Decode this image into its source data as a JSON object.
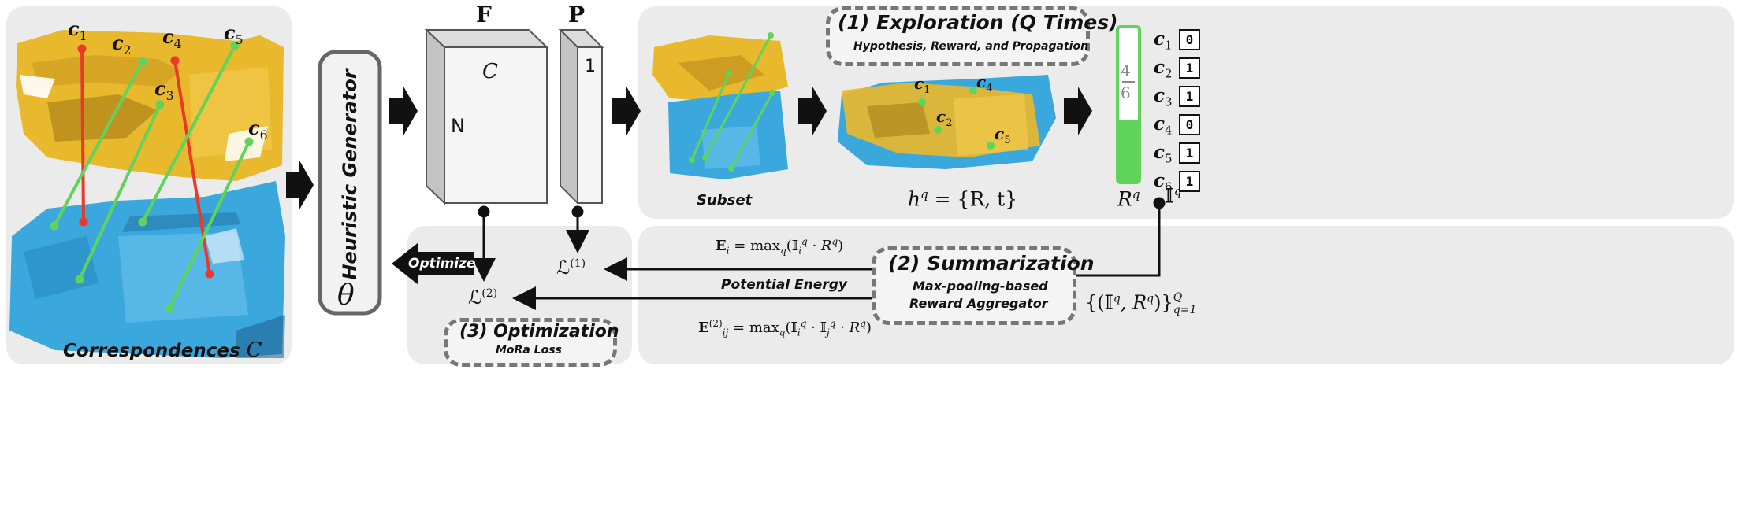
{
  "panel_left": {
    "correspondences_label": "Correspondences",
    "correspondences_symbol": "C",
    "points": [
      "c",
      "c",
      "c",
      "c",
      "c",
      "c"
    ],
    "indices": [
      "1",
      "2",
      "3",
      "4",
      "5",
      "6"
    ]
  },
  "generator": {
    "title": "Heuristic Generator",
    "param": "θ"
  },
  "matrices": {
    "F_label": "F",
    "P_label": "P",
    "F_cols": "C",
    "F_rows": "N",
    "P_cols": "1"
  },
  "exploration": {
    "title": "(1) Exploration (Q Times)",
    "subtitle": "Hypothesis, Reward, and Propagation",
    "subset_label": "Subset",
    "hypothesis": "h",
    "hypothesis_sup": "q",
    "hypothesis_eq": " = {R, t}",
    "reward_fraction_num": "4",
    "reward_fraction_den": "6",
    "reward_label": "R",
    "reward_sup": "q",
    "indicator_label": "𝕀",
    "indicator_sup": "q",
    "indicator_values": [
      "0",
      "1",
      "1",
      "0",
      "1",
      "1"
    ],
    "colors": {
      "green": "#5fd35a",
      "red": "#e83a2a",
      "yellow": "#e8b92d",
      "blue": "#3aa7dd"
    }
  },
  "summarization": {
    "title": "(2) Summarization",
    "line1": "Max-pooling-based",
    "line2": "Reward Aggregator",
    "set_expr": "{(𝕀",
    "set_expr_mid": ", R",
    "set_expr_end": ")}",
    "set_sup_q": "q",
    "set_sup_Q": "Q",
    "set_sub": "q=1",
    "potential_energy": "Potential Energy",
    "Ei_lhs": "E",
    "Ei_sub": "i",
    "Ei_rhs": " = max",
    "Ei_max_sub": "q",
    "Ei_arg": "(𝕀",
    "Ei_arg_sub": "i",
    "Ei_arg_sup": "q",
    "Ei_arg_end": " · R",
    "Ei_arg_end_sup": "q",
    "Ei_close": ")",
    "Eij_lhs": "E",
    "Eij_sub": "ij",
    "Eij_sup": "(2)",
    "Eij_arg": "(𝕀",
    "Eij_arg_sub1": "i",
    "Eij_mid": " · 𝕀",
    "Eij_arg_sub2": "j",
    "Eij_end": " · R",
    "Eij_close": ")"
  },
  "optimization": {
    "title": "(3) Optimization",
    "subtitle": "MoRa Loss",
    "optimize_label": "Optimize",
    "L1": "ℒ",
    "L1_sup": "(1)",
    "L2": "ℒ",
    "L2_sup": "(2)"
  }
}
